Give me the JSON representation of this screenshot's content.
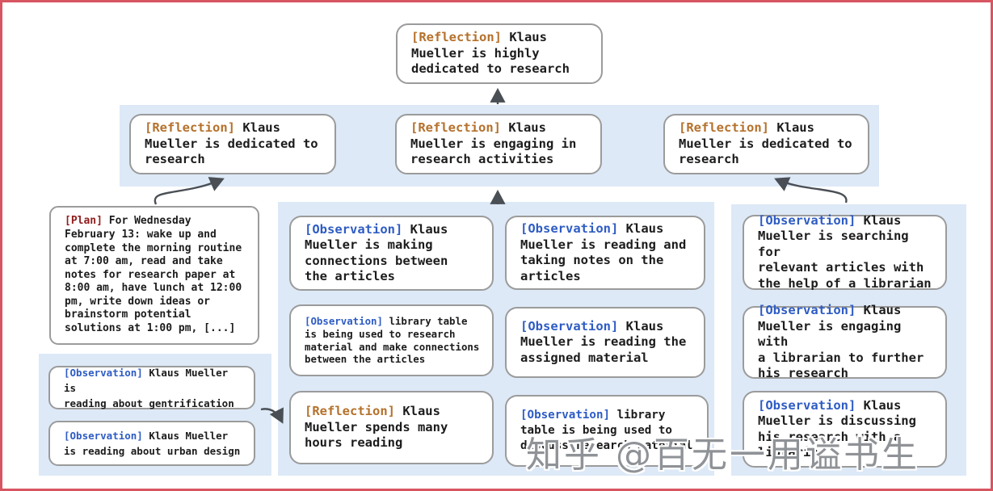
{
  "colors": {
    "reflection_tag": "#b5712c",
    "observation_tag": "#2e5cc4",
    "plan_tag": "#8f1d1d",
    "band_background": "#dde9f7",
    "card_border": "#9b9b9b",
    "arrow": "#4a4f55",
    "frame_border": "#d85562"
  },
  "nodes": {
    "root": {
      "tag": "[Reflection]",
      "text": " Klaus\nMueller is highly\ndedicated to research"
    },
    "row2_left": {
      "tag": "[Reflection]",
      "text": " Klaus\nMueller is dedicated to\nresearch"
    },
    "row2_mid": {
      "tag": "[Reflection]",
      "text": " Klaus\nMueller is engaging in\nresearch activities"
    },
    "row2_right": {
      "tag": "[Reflection]",
      "text": " Klaus\nMueller is dedicated to\nresearch"
    },
    "plan": {
      "tag": "[Plan]",
      "text": " For Wednesday\nFebruary 13: wake up and\ncomplete the morning routine\nat 7:00 am, read and take\nnotes for research paper at\n8:00 am, have lunch at 12:00\npm, write down ideas or\nbrainstorm potential\nsolutions at 1:00 pm, [...]"
    },
    "left_top": {
      "tag": "[Observation]",
      "text": " Klaus Mueller is\nreading about gentrification"
    },
    "left_bottom": {
      "tag": "[Observation]",
      "text": " Klaus Mueller\nis reading about urban design"
    },
    "mid_a1": {
      "tag": "[Observation]",
      "text": " Klaus\nMueller is making\nconnections between\nthe articles"
    },
    "mid_a2": {
      "tag": "[Observation]",
      "text": " library table\nis being used to research\nmaterial and make connections\nbetween the articles"
    },
    "mid_a3": {
      "tag": "[Reflection]",
      "text": " Klaus\nMueller spends many\nhours reading"
    },
    "mid_b1": {
      "tag": "[Observation]",
      "text": " Klaus\nMueller is reading and\ntaking notes on the\narticles"
    },
    "mid_b2": {
      "tag": "[Observation]",
      "text": " Klaus\nMueller is reading the\nassigned material"
    },
    "mid_b3": {
      "tag": "[Observation]",
      "text": " library\ntable is being used to\ndiscuss research material"
    },
    "right_1": {
      "tag": "[Observation]",
      "text": " Klaus\nMueller is searching for\nrelevant articles with\nthe help of a librarian"
    },
    "right_2": {
      "tag": "[Observation]",
      "text": " Klaus\nMueller is engaging with\na librarian to further\nhis research"
    },
    "right_3": {
      "tag": "[Observation]",
      "text": " Klaus\nMueller is discussing\nhis research with a\nlibrarian"
    }
  },
  "watermark": "知乎 @百无一用谥书生"
}
